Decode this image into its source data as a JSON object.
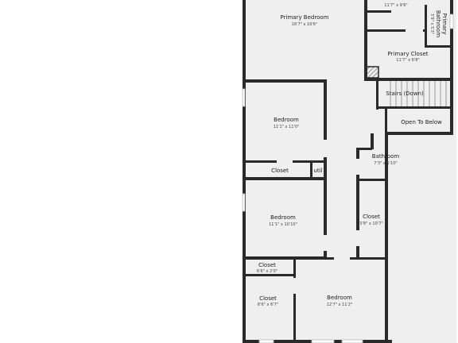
{
  "rooms": [
    {
      "id": "top-room",
      "name": "",
      "dims": "11'7\" x 9'6\""
    },
    {
      "id": "primary-bedroom",
      "name": "Primary Bedroom",
      "dims": "16'7\" x 16'6\""
    },
    {
      "id": "primary-bathroom",
      "name_line1": "Primary",
      "name_line2": "Bathroom",
      "dims": "3'9\" x 5'3\""
    },
    {
      "id": "primary-closet",
      "name": "Primary Closet",
      "dims": "11'7\" x 6'8\""
    },
    {
      "id": "stairs",
      "name": "Stairs (Down)"
    },
    {
      "id": "open-to-below",
      "name": "Open To Below"
    },
    {
      "id": "bedroom-1",
      "name": "Bedroom",
      "dims": "11'1\" x 11'0\""
    },
    {
      "id": "bathroom",
      "name": "Bathroom",
      "dims": "7'3\" x 5'10\""
    },
    {
      "id": "closet-1",
      "name": "Closet"
    },
    {
      "id": "util",
      "name": "util"
    },
    {
      "id": "bedroom-2",
      "name": "Bedroom",
      "dims": "11'1\" x 10'10\""
    },
    {
      "id": "closet-2",
      "name": "Closet",
      "dims": "3'8\" x 10'7\""
    },
    {
      "id": "closet-3",
      "name": "Closet",
      "dims": "6'6\" x 2'0\""
    },
    {
      "id": "closet-4",
      "name": "Closet",
      "dims": "6'6\" x 6'7\""
    },
    {
      "id": "bedroom-3",
      "name": "Bedroom",
      "dims": "12'7\" x 11'2\""
    }
  ]
}
